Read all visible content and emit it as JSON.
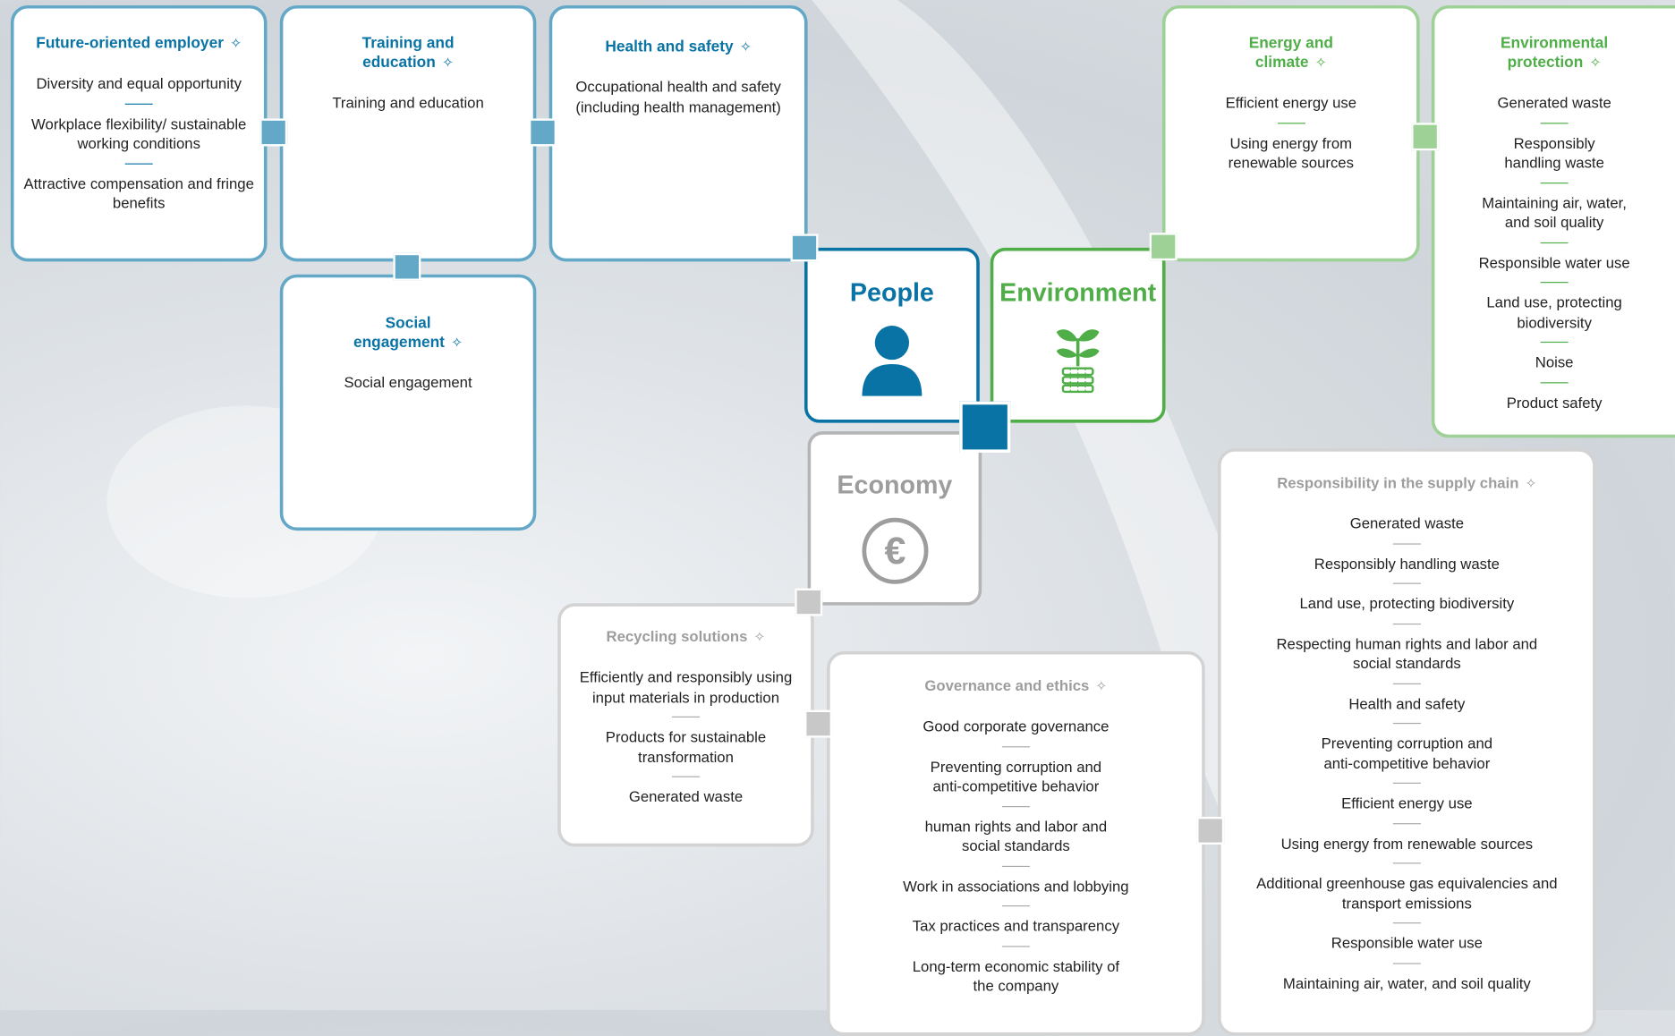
{
  "colors": {
    "people": "#0a73a6",
    "people_light": "#63a8c7",
    "environment": "#4fae47",
    "environment_light": "#9dd196",
    "economy": "#9d9d9d",
    "economy_light": "#d3d3d3"
  },
  "hubs": {
    "people": {
      "label": "People",
      "icon": "person-icon"
    },
    "environment": {
      "label": "Environment",
      "icon": "plant-coins-icon"
    },
    "economy": {
      "label": "Economy",
      "icon": "euro-icon"
    }
  },
  "leaf_icon": "leaf-icon",
  "boxes": {
    "future_employer": {
      "title": "Future-oriented employer",
      "items": [
        "Diversity and equal opportunity",
        "Workplace flexibility/ sustainable working conditions",
        "Attractive compensation and fringe benefits"
      ]
    },
    "training": {
      "title": "Training and education",
      "items": [
        "Training and education"
      ]
    },
    "health": {
      "title": "Health and safety",
      "items": [
        "Occupational health and safety (including health management)"
      ]
    },
    "social": {
      "title": "Social engagement",
      "items": [
        "Social engagement"
      ]
    },
    "energy": {
      "title": "Energy and climate",
      "items": [
        "Efficient energy use",
        "Using energy from renewable sources"
      ]
    },
    "env_protection": {
      "title": "Environmental protection",
      "items": [
        "Generated waste",
        "Responsibly handling waste",
        "Maintaining air, water, and soil quality",
        "Responsible water use",
        "Land use, protecting biodiversity",
        "Noise",
        "Product safety"
      ]
    },
    "recycling": {
      "title": "Recycling solutions",
      "items": [
        "Efficiently and responsibly using input materials in production",
        "Products for sustainable transformation",
        "Generated waste"
      ]
    },
    "governance": {
      "title": "Governance and ethics",
      "items": [
        "Good corporate governance",
        "Preventing corruption and anti-competitive behavior",
        "human rights and labor and social standards",
        "Work in associations and lobbying",
        "Tax practices and transparency",
        "Long-term economic stability of the company"
      ]
    },
    "supply_chain": {
      "title": "Responsibility in the supply chain",
      "items": [
        "Generated waste",
        "Responsibly handling waste",
        "Land use, protecting biodiversity",
        "Respecting human rights and labor and social standards",
        "Health and safety",
        "Preventing corruption and anti-competitive behavior",
        "Efficient energy use",
        "Using energy from renewable sources",
        "Additional greenhouse gas equivalencies and transport emissions",
        "Responsible water use",
        "Maintaining air, water, and soil quality"
      ]
    }
  }
}
